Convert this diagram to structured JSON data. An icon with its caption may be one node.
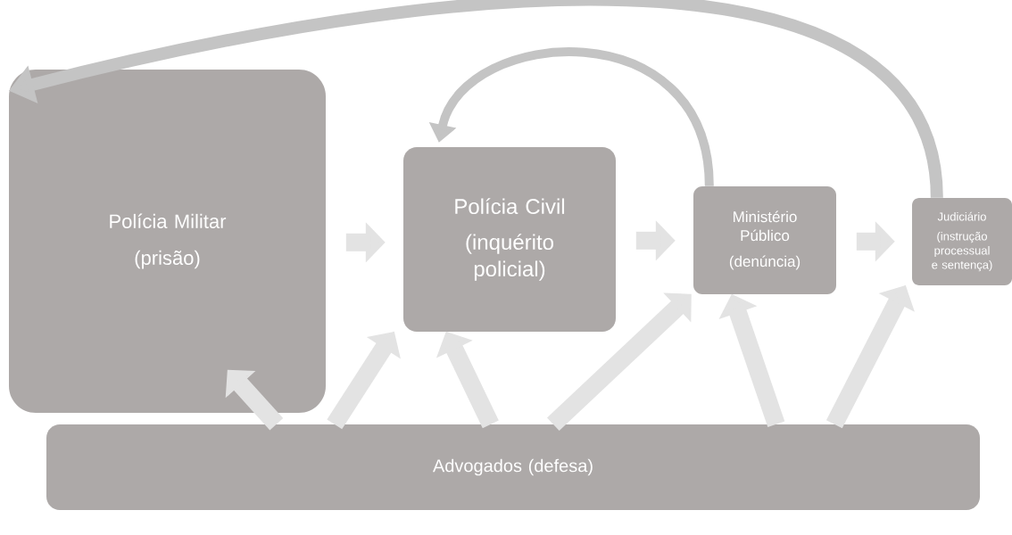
{
  "diagram": {
    "nodes": [
      {
        "text": [
          "Polícia Militar",
          "(prisão)"
        ]
      },
      {
        "text": [
          "Polícia Civil",
          "(inquérito policial)"
        ]
      },
      {
        "text": [
          "Ministério Público",
          "(denúncia)"
        ]
      },
      {
        "text": [
          "Judiciário",
          "(instrução processual e sentença)"
        ]
      },
      {
        "text": [
          "Advogados (defesa)"
        ]
      }
    ],
    "edges": [
      {
        "from": 0,
        "to": 1,
        "arrow": "to"
      },
      {
        "from": 1,
        "to": 2,
        "arrow": "to"
      },
      {
        "from": 2,
        "to": 3,
        "arrow": "to"
      },
      {
        "from": 3,
        "to": 0,
        "arrow": "to"
      },
      {
        "from": 2,
        "to": 1,
        "arrow": "to"
      },
      {
        "from": 4,
        "to": 0,
        "arrow": "to"
      },
      {
        "from": 4,
        "to": 1,
        "arrow": "to"
      },
      {
        "from": 4,
        "to": 1,
        "arrow": "to"
      },
      {
        "from": 4,
        "to": 2,
        "arrow": "to"
      },
      {
        "from": 4,
        "to": 2,
        "arrow": "to"
      },
      {
        "from": 4,
        "to": 3,
        "arrow": "to"
      }
    ]
  }
}
